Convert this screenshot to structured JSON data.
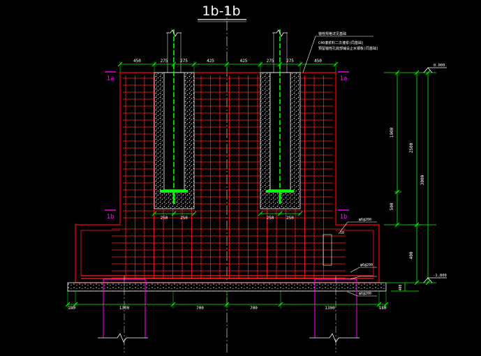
{
  "title": "1b-1b",
  "colors": {
    "background": "#000000",
    "concrete": "#ff0000",
    "rebar": "#ff2020",
    "dimension": "#00ff00",
    "magenta": "#ff00ff",
    "white": "#ffffff",
    "grout": "#dcdcdc",
    "steel": "#00ff00"
  },
  "section_marks": [
    {
      "label": "1a",
      "side": "left",
      "level": "top"
    },
    {
      "label": "1a",
      "side": "right",
      "level": "top"
    },
    {
      "label": "1b",
      "side": "left",
      "level": "bottom"
    },
    {
      "label": "1b",
      "side": "right",
      "level": "bottom"
    }
  ],
  "top_dims": [
    "450",
    "275",
    "275",
    "425",
    "425",
    "275",
    "275",
    "450"
  ],
  "pocket_bottom_dims": [
    "250",
    "250",
    "250",
    "250"
  ],
  "bottom_dims": [
    "180",
    "1300",
    "700",
    "700",
    "1300",
    "180"
  ],
  "right_dims": {
    "inner": [
      "1900",
      "500"
    ],
    "middle": "2500",
    "outer": "3000",
    "lower": "400",
    "base": "400"
  },
  "elevations": {
    "top": "0.000",
    "bottom": "-1.800"
  },
  "note_lines": [
    "锚栓规格详见基础",
    "C40灌浆料二次灌浆(同基础)",
    "预留锚栓孔底部铺设止水钢板(同基础)"
  ],
  "side_tags": [
    "10",
    "φ6@200",
    "φ6@200",
    "φ6@200"
  ]
}
